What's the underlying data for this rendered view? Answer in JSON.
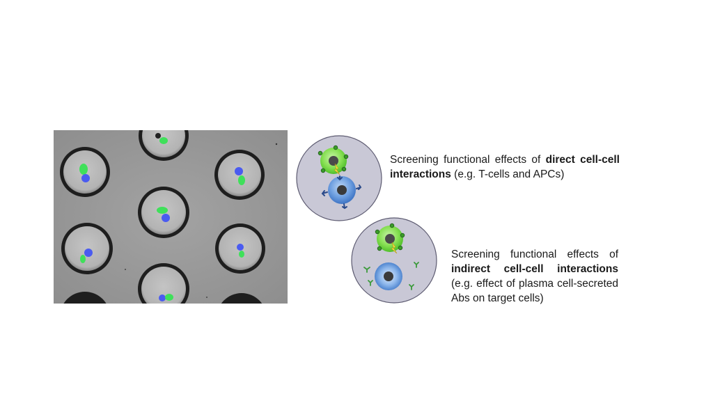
{
  "direct_caption": {
    "pre": "Screening functional effects of ",
    "bold": "direct cell-cell interactions",
    "post": " (e.g. T-cells and APCs)"
  },
  "indirect_caption": {
    "pre": "Screening functional effects of ",
    "bold": "indirect cell-cell interactions",
    "post": " (e.g. effect of plasma cell-secreted Abs on target cells)"
  },
  "colors": {
    "effector_cell": "#7ddc4a",
    "target_cell": "#5b8fd6",
    "well": "#c9c8d6",
    "stain_green": "#3fe05a",
    "stain_blue": "#4a5bf0",
    "micrograph_bg": "#9a9a9a"
  },
  "icons": [
    "micrograph-image",
    "cell-interaction-diagram",
    "antibody-icon",
    "lightning-icon"
  ]
}
